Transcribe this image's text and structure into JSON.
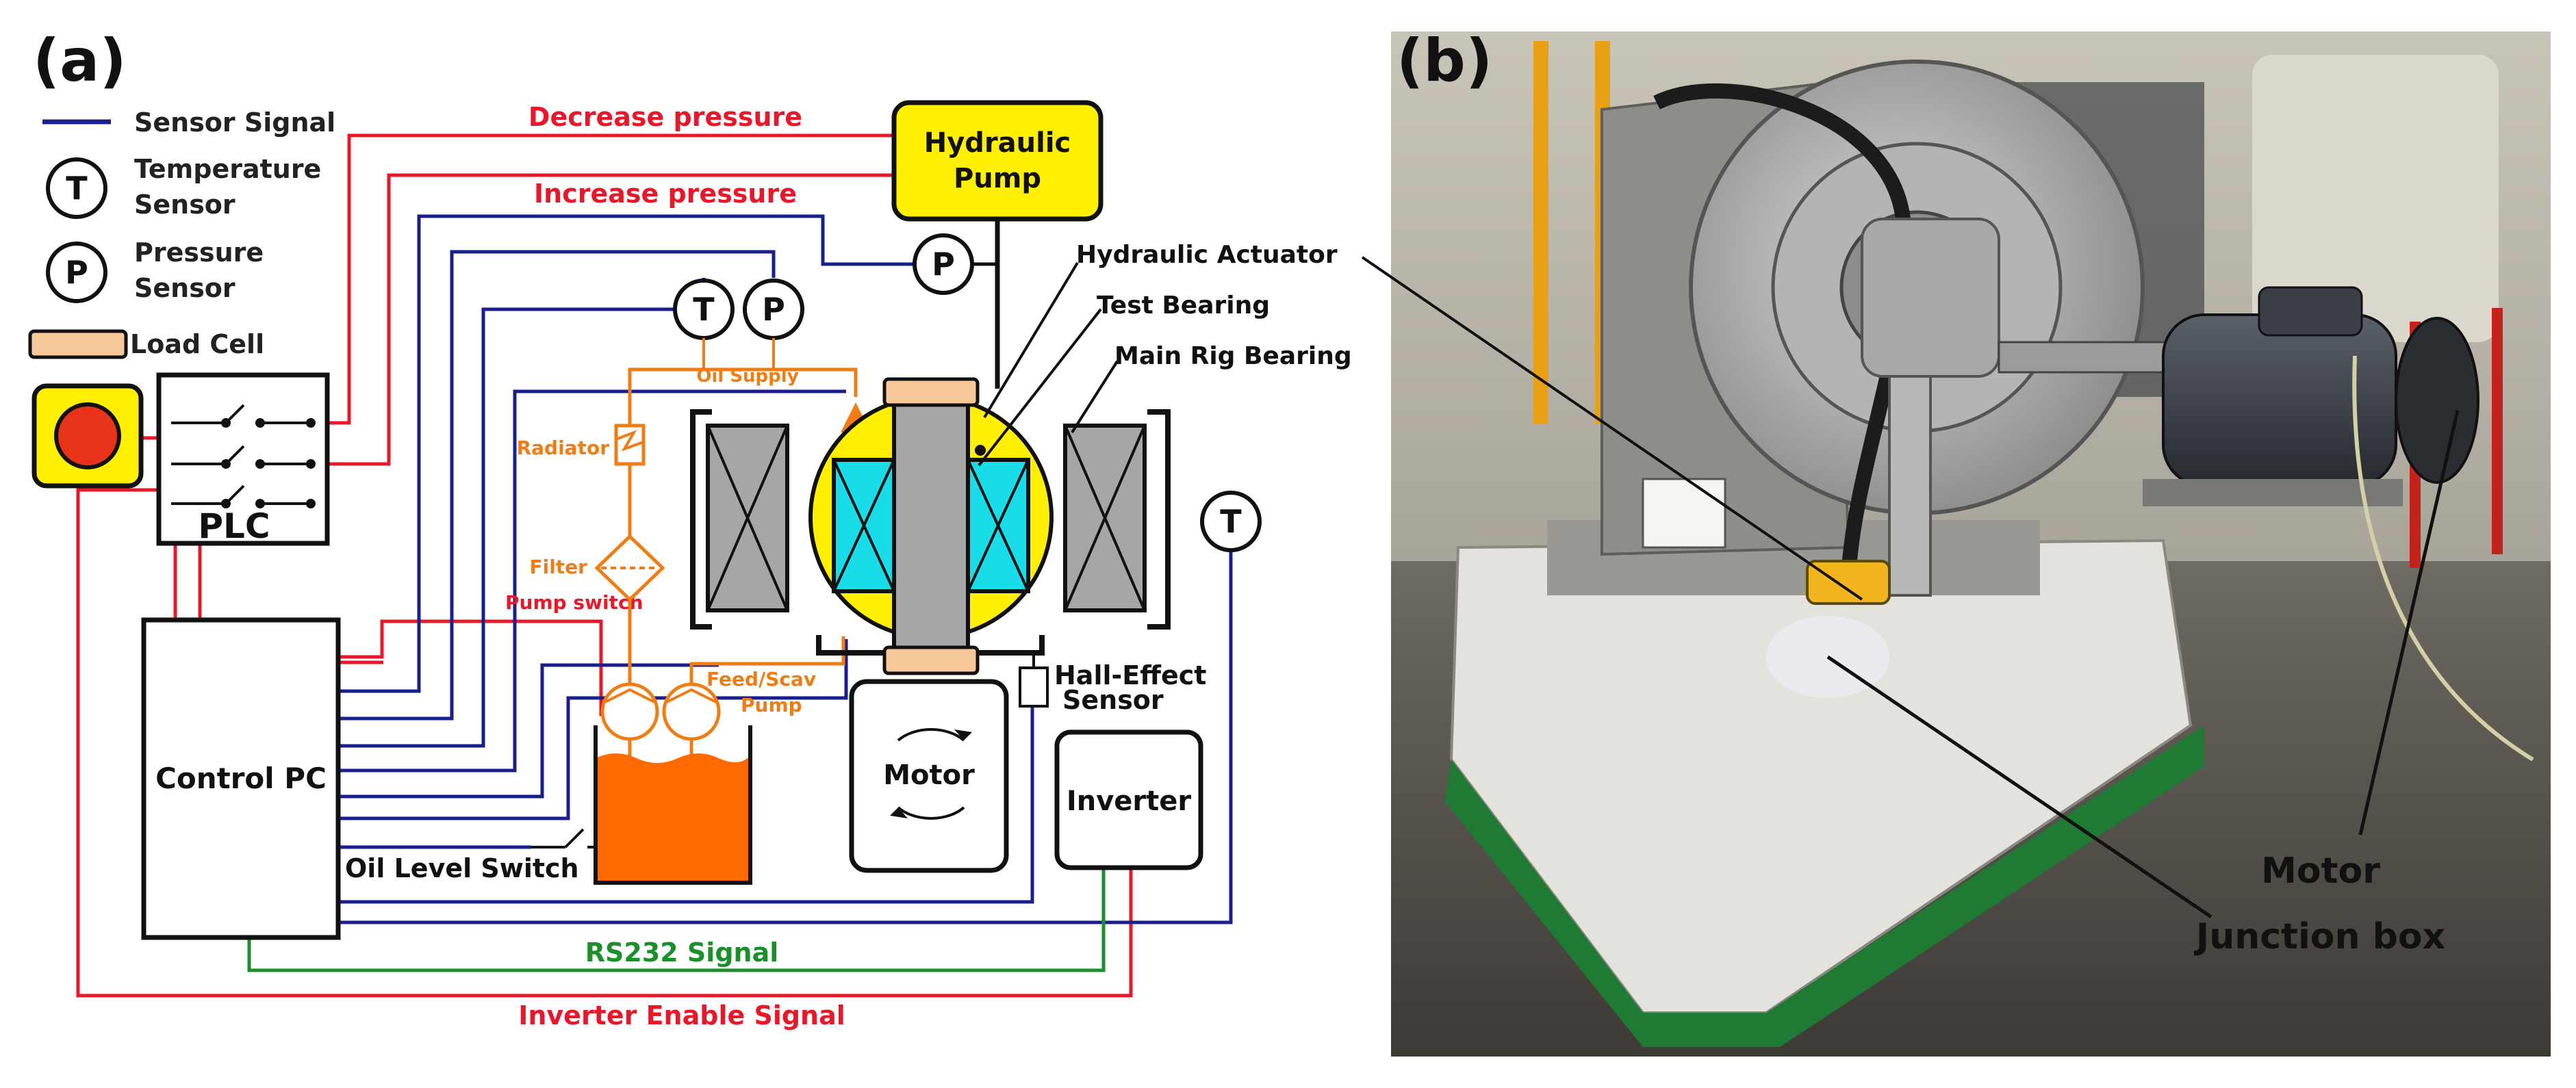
{
  "panel_a": {
    "label": "(a)",
    "legend": {
      "sensor_signal": "Sensor Signal",
      "temp_symbol": "T",
      "temperature_line1": "Temperature",
      "temperature_line2": "Sensor",
      "pressure_symbol": "P",
      "pressure_line1": "Pressure",
      "pressure_line2": "Sensor",
      "load_cell": "Load Cell"
    },
    "labels": {
      "decrease_pressure": "Decrease pressure",
      "increase_pressure": "Increase pressure",
      "hydraulic_pump_line1": "Hydraulic",
      "hydraulic_pump_line2": "Pump",
      "hydraulic_actuator": "Hydraulic Actuator",
      "test_bearing": "Test Bearing",
      "main_rig_bearing": "Main Rig Bearing",
      "oil_supply": "Oil Supply",
      "radiator": "Radiator",
      "filter": "Filter",
      "pump_switch": "Pump switch",
      "feed_scav_pump_line1": "Feed/Scav",
      "feed_scav_pump_line2": "Pump",
      "hall_effect_line1": "Hall-Effect",
      "hall_effect_line2": "Sensor",
      "motor": "Motor",
      "inverter": "Inverter",
      "control_pc": "Control PC",
      "plc": "PLC",
      "oil_level_switch": "Oil Level Switch",
      "rs232_signal": "RS232 Signal",
      "inverter_enable_signal": "Inverter Enable Signal"
    },
    "colors": {
      "red": "#e8182a",
      "blue": "#1b1f8c",
      "green": "#1a8f2a",
      "orange": "#f07d14",
      "oil": "#ff6a00",
      "yellow": "#ffef00",
      "cyan": "#18dce8",
      "grey": "#a6a6a6",
      "load_cell": "#f7c89a"
    }
  },
  "panel_b": {
    "label": "(b)",
    "motor_label": "Motor",
    "junction_box_label": "Junction box"
  }
}
